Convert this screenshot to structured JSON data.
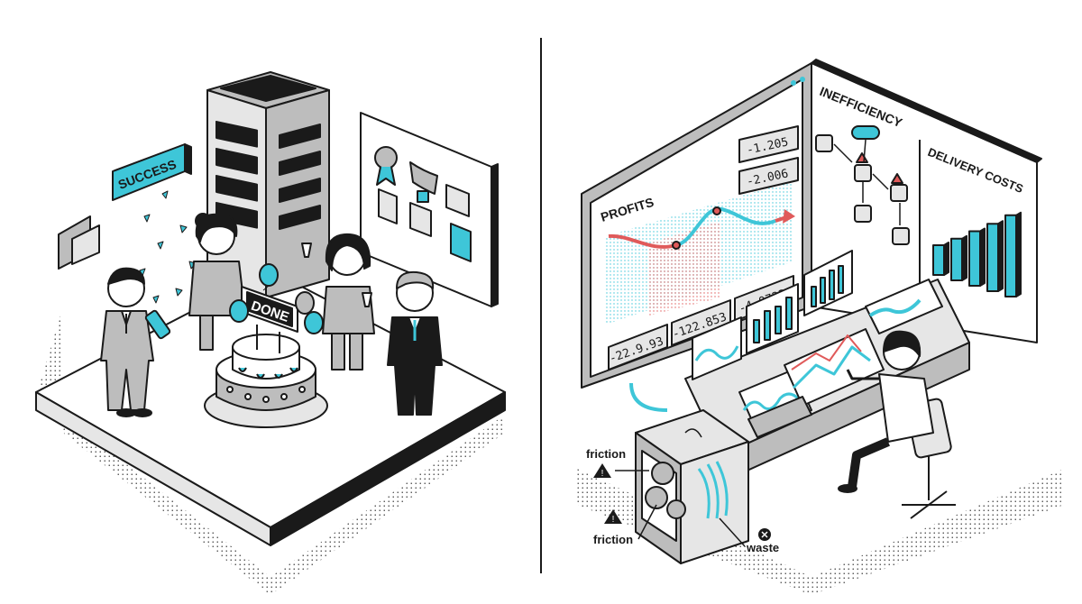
{
  "colors": {
    "ink": "#1a1a1a",
    "accent": "#3ec6d8",
    "gray": "#bdbdbd",
    "light_gray": "#e6e6e6",
    "alert": "#e05a5a"
  },
  "left_scene": {
    "success_banner": "SUCCESS",
    "cake_sign": "DONE"
  },
  "right_scene": {
    "profits_panel": {
      "title": "PROFITS",
      "readouts": [
        "-22.9.93",
        "-122.853",
        "-4.0723"
      ]
    },
    "top_readouts": [
      "-1.205",
      "-2.006"
    ],
    "inefficiency_panel": {
      "title": "INEFFICIENCY"
    },
    "delivery_panel": {
      "title": "DELIVERY COSTS",
      "bars": [
        0.3,
        0.42,
        0.55,
        0.68,
        0.82
      ]
    },
    "machine_labels": {
      "friction_top": "friction",
      "friction_bottom": "friction",
      "waste": "waste"
    },
    "icons": {
      "warning": "warning-triangle-icon",
      "waste": "x-circle-icon"
    }
  }
}
